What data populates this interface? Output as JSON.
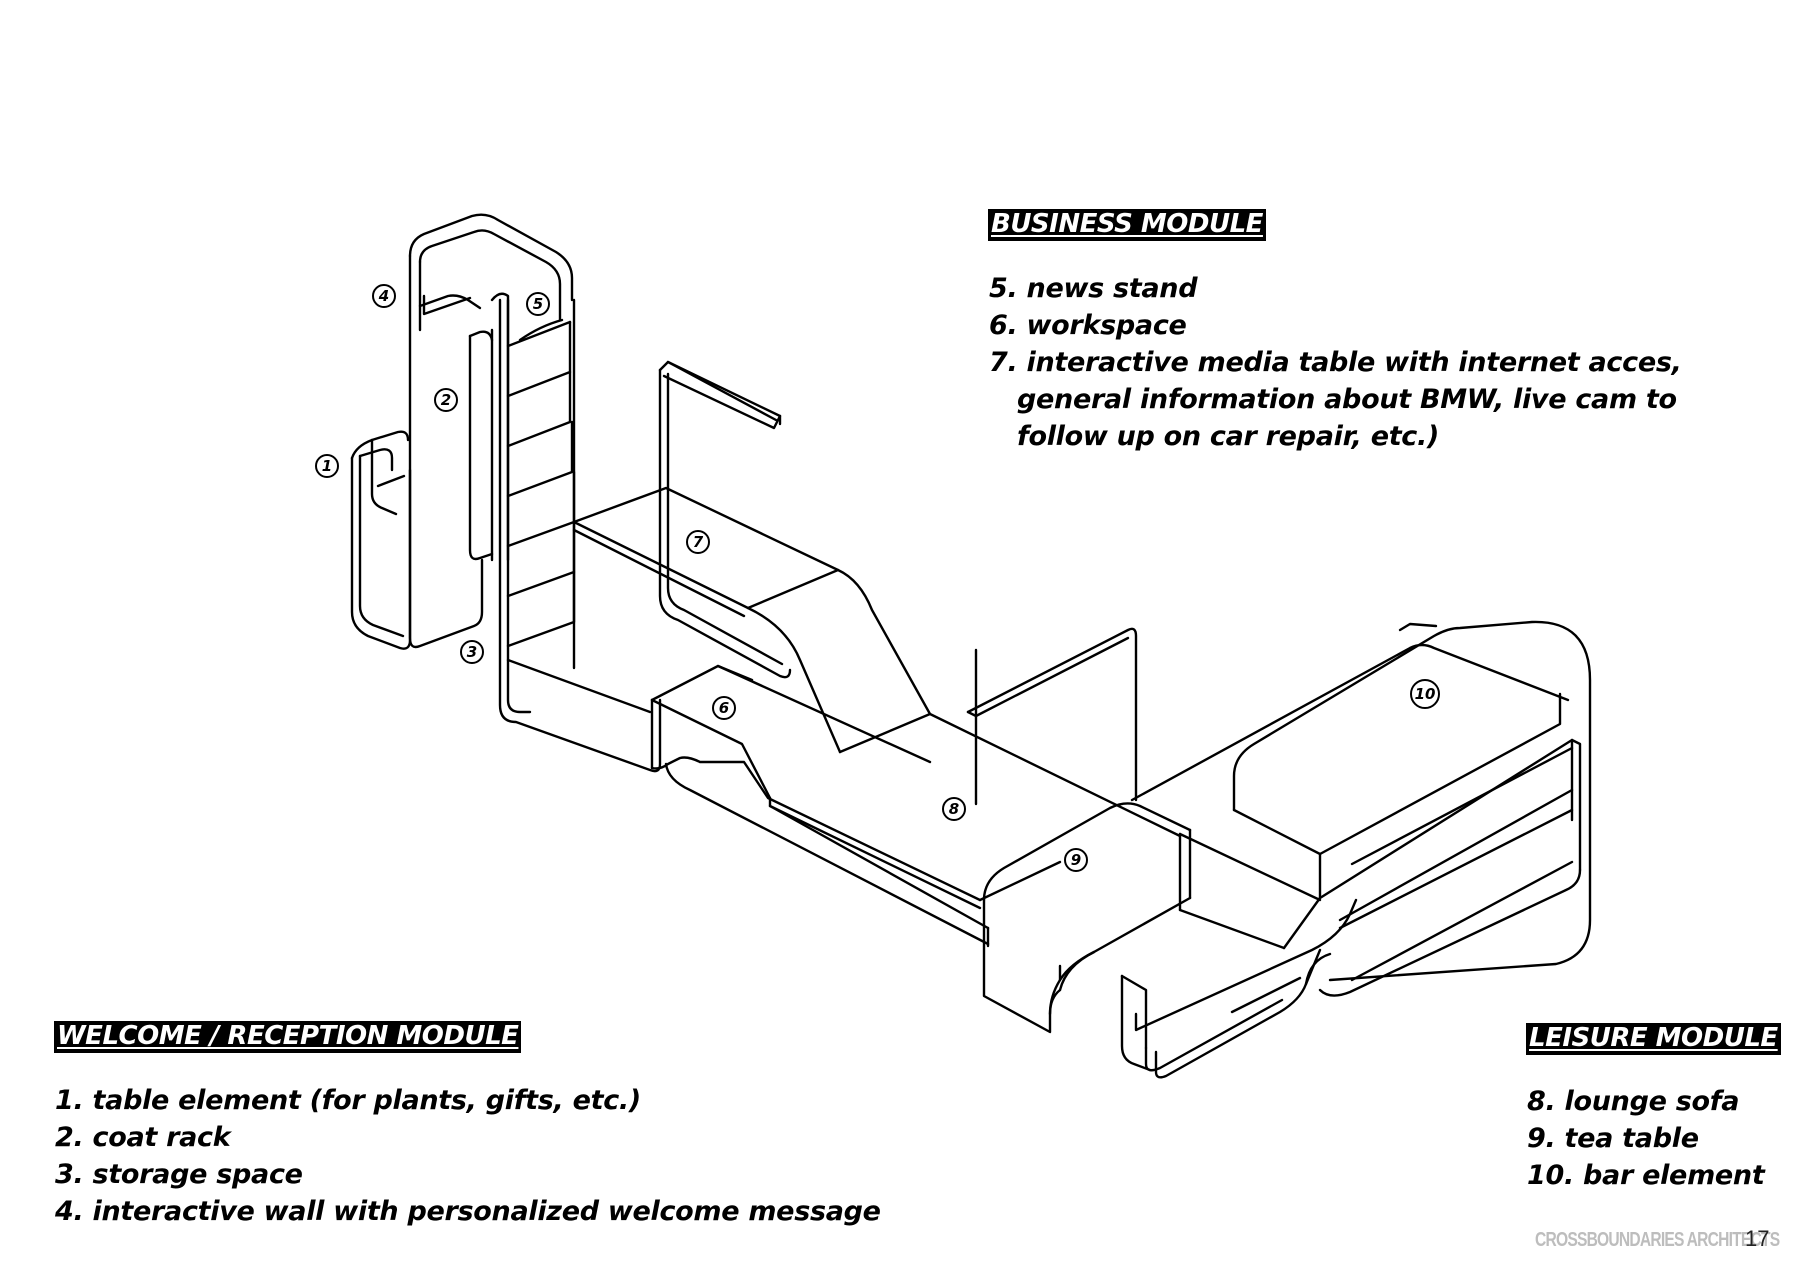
{
  "welcome": {
    "heading": "WELCOME / RECEPTION MODULE",
    "items": [
      "1. table element (for plants, gifts, etc.)",
      "2. coat rack",
      "3. storage space",
      "4. interactive wall with personalized  welcome message"
    ]
  },
  "business": {
    "heading": "BUSINESS MODULE",
    "items": [
      "5. news stand",
      "6. workspace",
      "7. interactive media table with internet acces,"
    ],
    "item7_continuation": [
      "general information about BMW, live cam to",
      "follow up on car repair, etc.)"
    ]
  },
  "leisure": {
    "heading": "LEISURE MODULE",
    "items": [
      "8. lounge sofa",
      "9. tea table",
      "10. bar element"
    ]
  },
  "markers": [
    "1",
    "2",
    "3",
    "4",
    "5",
    "6",
    "7",
    "8",
    "9",
    "10"
  ],
  "footer": {
    "brand": "CROSSBOUNDARIES ARCHITECTS",
    "page_number": "17"
  }
}
